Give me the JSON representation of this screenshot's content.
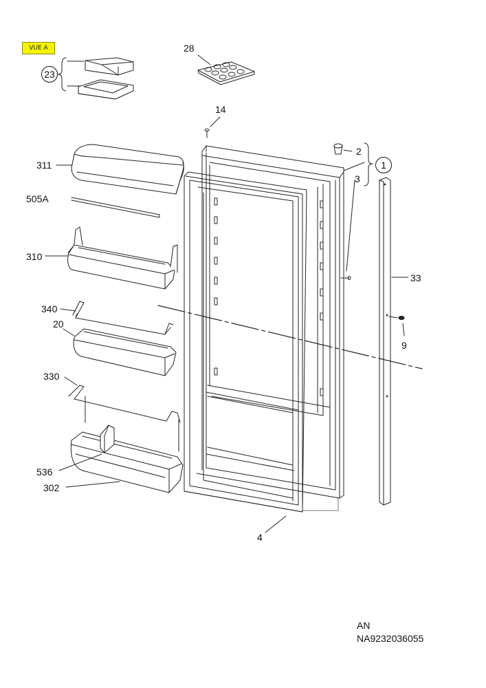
{
  "badge": {
    "text": "VUE A",
    "color": "#f4f400"
  },
  "labels": {
    "l23": "23",
    "l28": "28",
    "l14": "14",
    "l311": "311",
    "l2": "2",
    "l1": "1",
    "l3": "3",
    "l505a": "505A",
    "l310": "310",
    "l33": "33",
    "l340": "340",
    "l20": "20",
    "l9": "9",
    "l330": "330",
    "l536": "536",
    "l302": "302",
    "l4": "4"
  },
  "footer": {
    "lang": "AN",
    "ref": "NA9232036055"
  }
}
